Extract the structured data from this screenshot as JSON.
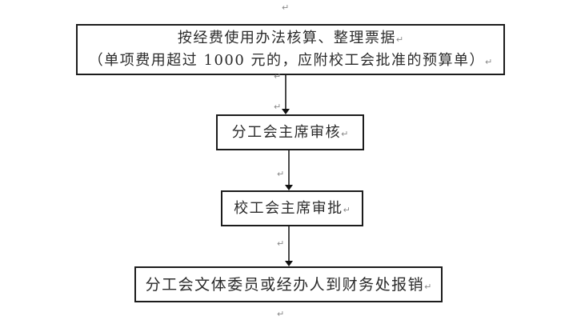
{
  "page": {
    "background_color": "#ffffff",
    "text_color": "#2b2b2b",
    "border_color": "#1c1c1c",
    "mark_color": "#8a8a8a",
    "paragraph_mark": "↵"
  },
  "flowchart": {
    "boxes": [
      {
        "line1": "按经费使用办法核算、整理票据",
        "line2": "（单项费用超过 1000 元的，应附校工会批准的预算单）"
      },
      {
        "line1": "分工会主席审核"
      },
      {
        "line1": "校工会主席审批"
      },
      {
        "line1": "分工会文体委员或经办人到财务处报销"
      }
    ]
  }
}
